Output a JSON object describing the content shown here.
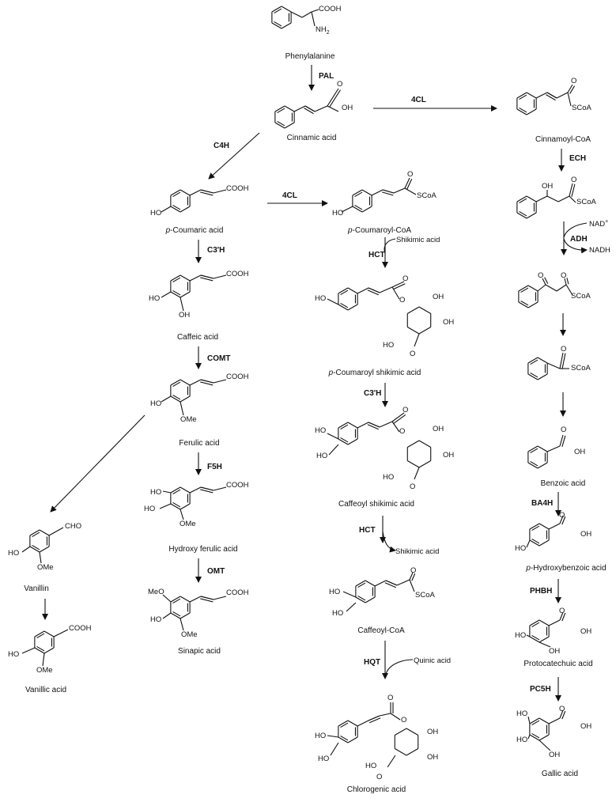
{
  "compounds": {
    "phenylalanine": "Phenylalanine",
    "cinnamic_acid": "Cinnamic acid",
    "cinnamoyl_coa": "Cinnamoyl-CoA",
    "p_coumaric_prefix": "p",
    "p_coumaric_rest": "-Coumaric acid",
    "p_coumaroyl_coa_prefix": "p",
    "p_coumaroyl_coa_rest": "-Coumaroyl-CoA",
    "caffeic_acid": "Caffeic acid",
    "p_coumaroyl_shikimic_prefix": "p",
    "p_coumaroyl_shikimic_rest": "-Coumaroyl shikimic acid",
    "ferulic_acid": "Ferulic acid",
    "caffeoyl_shikimic_acid": "Caffeoyl shikimic acid",
    "hydroxy_ferulic_acid": "Hydroxy ferulic acid",
    "vanillin": "Vanillin",
    "sinapic_acid": "Sinapic acid",
    "caffeoyl_coa": "Caffeoyl-CoA",
    "vanillic_acid": "Vanillic acid",
    "chlorogenic_acid": "Chlorogenic acid",
    "benzoic_acid": "Benzoic acid",
    "p_hydroxybenzoic_prefix": "p",
    "p_hydroxybenzoic_rest": "-Hydroxybenzoic acid",
    "protocatechuic_acid": "Protocatechuic acid",
    "gallic_acid": "Gallic acid"
  },
  "enzymes": {
    "pal": "PAL",
    "c4h": "C4H",
    "cl4_top": "4CL",
    "cl4_mid": "4CL",
    "c3h_left": "C3'H",
    "comt": "COMT",
    "f5h": "F5H",
    "omt": "OMT",
    "hct_1": "HCT",
    "c3h_mid": "C3'H",
    "hct_2": "HCT",
    "hqt": "HQT",
    "ech": "ECH",
    "adh": "ADH",
    "ba4h": "BA4H",
    "phbh": "PHBH",
    "pc5h": "PC5H"
  },
  "cosubstrates": {
    "shikimic_in": "Shikimic acid",
    "shikimic_out": "Shikimic acid",
    "quinic": "Quinic acid",
    "nad": "NAD",
    "nad_sup": "+",
    "nadh": "NADH"
  },
  "groups": {
    "cooh": "COOH",
    "nh2": "NH",
    "nh2_sub": "2",
    "oh": "OH",
    "ho": "HO",
    "o": "O",
    "scoa": "SCoA",
    "ome": "OMe",
    "meo": "MeO",
    "cho": "CHO"
  },
  "colors": {
    "ink": "#111111",
    "background": "#ffffff"
  }
}
